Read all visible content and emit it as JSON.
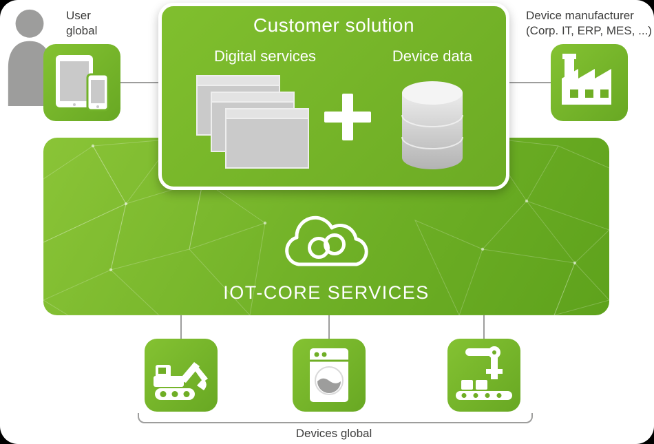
{
  "colors": {
    "green": "#76b82a",
    "green_light": "#8ac437",
    "green_dark": "#5ea21c",
    "connector_gray": "#9d9d9c",
    "text_gray": "#3c3c3b",
    "icon_screen_gray": "#c9c9c9",
    "white": "#ffffff"
  },
  "user_section": {
    "label_line1": "User",
    "label_line2": "global",
    "icons": [
      "person-icon",
      "tablet-phone-icon"
    ]
  },
  "manufacturer_section": {
    "label_line1": "Device manufacturer",
    "label_line2": "(Corp. IT, ERP, MES, ...)",
    "icons": [
      "factory-icon"
    ]
  },
  "customer_solution": {
    "title": "Customer solution",
    "digital_services_label": "Digital services",
    "device_data_label": "Device data",
    "icons": [
      "window-stack-icon",
      "plus-icon",
      "database-icon"
    ]
  },
  "iot_core": {
    "title": "IOT-CORE SERVICES",
    "icons": [
      "cloud-loop-icon"
    ]
  },
  "devices_section": {
    "label": "Devices global",
    "icons": [
      "excavator-icon",
      "washing-machine-icon",
      "robot-arm-icon"
    ]
  }
}
